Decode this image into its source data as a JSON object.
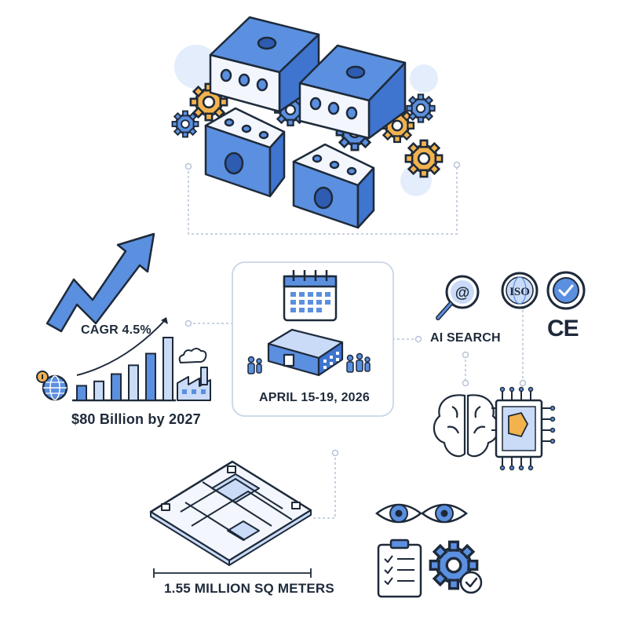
{
  "stats": {
    "cagr": "CAGR 4.5%",
    "market_size": "$80 Billion by 2027",
    "event_dates": "APRIL 15-19, 2026",
    "ai_search": "AI SEARCH",
    "venue_area": "1.55 MILLION SQ METERS",
    "ce_mark": "CE",
    "iso_badge": "ISO",
    "at_symbol": "@"
  },
  "market_chart": {
    "type": "bar",
    "values": [
      1,
      1.3,
      1.8,
      2.4,
      3.2,
      4.3
    ]
  },
  "colors": {
    "primary_blue": "#5b8fe0",
    "light_blue": "#c9dbf7",
    "dark_outline": "#1e2a3a",
    "gear_orange": "#f2b24e",
    "connector_gray": "#b5c4d9"
  }
}
